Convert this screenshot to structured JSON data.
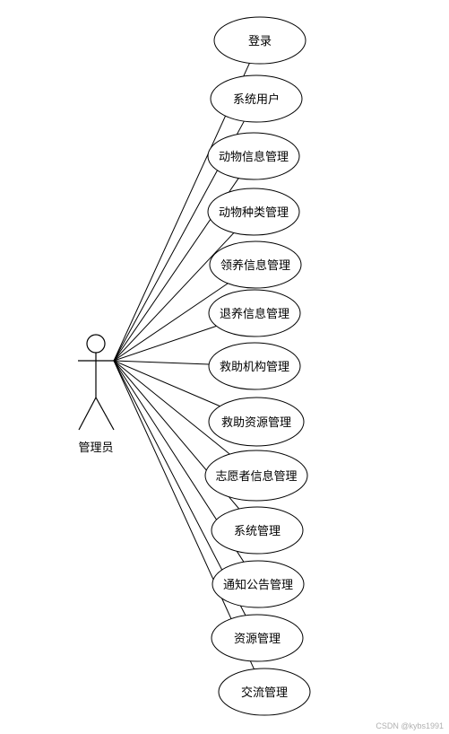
{
  "actor": {
    "name": "管理员"
  },
  "use_cases": [
    {
      "label": "登录"
    },
    {
      "label": "系统用户"
    },
    {
      "label": "动物信息管理"
    },
    {
      "label": "动物种类管理"
    },
    {
      "label": "领养信息管理"
    },
    {
      "label": "退养信息管理"
    },
    {
      "label": "救助机构管理"
    },
    {
      "label": "救助资源管理"
    },
    {
      "label": "志愿者信息管理"
    },
    {
      "label": "系统管理"
    },
    {
      "label": "通知公告管理"
    },
    {
      "label": "资源管理"
    },
    {
      "label": "交流管理"
    }
  ],
  "watermark": "CSDN @kybs1991",
  "colors": {
    "stroke": "#000000",
    "background": "#ffffff",
    "watermark": "#b0b0b0"
  }
}
